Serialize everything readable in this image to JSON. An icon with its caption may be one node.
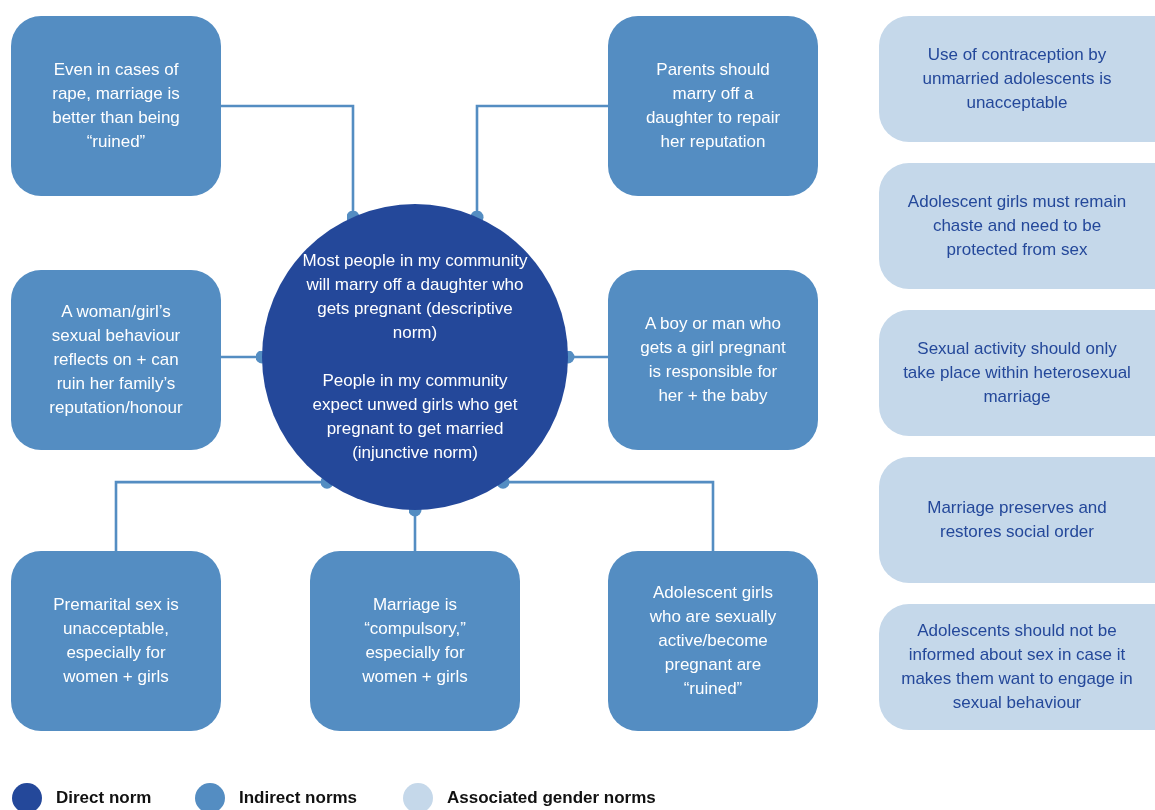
{
  "diagram": {
    "nodes": [
      {
        "text": [
          "Most people in my community will marry off a daughter who gets pregnant (descriptive norm)",
          "People in my community expect unwed girls who get pregnant to get married (injunctive norm)"
        ]
      },
      {
        "text": [
          "Even in cases of rape, marriage is better than being “ruined”"
        ]
      },
      {
        "text": [
          "Parents should marry off a daughter to repair her reputation"
        ]
      },
      {
        "text": [
          "A woman/girl’s sexual behaviour reflects on + can ruin her family’s reputation/honour"
        ]
      },
      {
        "text": [
          "A boy or man who gets a girl pregnant is responsible for her + the baby"
        ]
      },
      {
        "text": [
          "Premarital sex is unacceptable, especially for women + girls"
        ]
      },
      {
        "text": [
          "Marriage is “compulsory,” especially for women + girls"
        ]
      },
      {
        "text": [
          "Adolescent girls who are sexually active/become pregnant are “ruined”"
        ]
      },
      {
        "text": [
          "Use of contraception by unmarried adolescents is unacceptable"
        ]
      },
      {
        "text": [
          "Adolescent girls must remain chaste and need to be protected from sex"
        ]
      },
      {
        "text": [
          "Sexual activity should only take place within heterosexual marriage"
        ]
      },
      {
        "text": [
          "Marriage preserves and restores social order"
        ]
      },
      {
        "text": [
          "Adolescents should not be informed about sex in case it makes them want to engage in sexual behaviour"
        ]
      }
    ],
    "edges": [
      {
        "from": 0,
        "to": 1,
        "arrow": "other"
      },
      {
        "from": 0,
        "to": 2,
        "arrow": "other"
      },
      {
        "from": 0,
        "to": 3,
        "arrow": "other"
      },
      {
        "from": 0,
        "to": 4,
        "arrow": "other"
      },
      {
        "from": 0,
        "to": 5,
        "arrow": "other"
      },
      {
        "from": 0,
        "to": 6,
        "arrow": "other"
      },
      {
        "from": 0,
        "to": 7,
        "arrow": "other"
      }
    ],
    "legend": [
      {
        "text": "Direct norm",
        "color": "#24489a"
      },
      {
        "text": "Indirect norms",
        "color": "#548dc2"
      },
      {
        "text": "Associated gender norms",
        "color": "#c5d8ea"
      }
    ]
  }
}
